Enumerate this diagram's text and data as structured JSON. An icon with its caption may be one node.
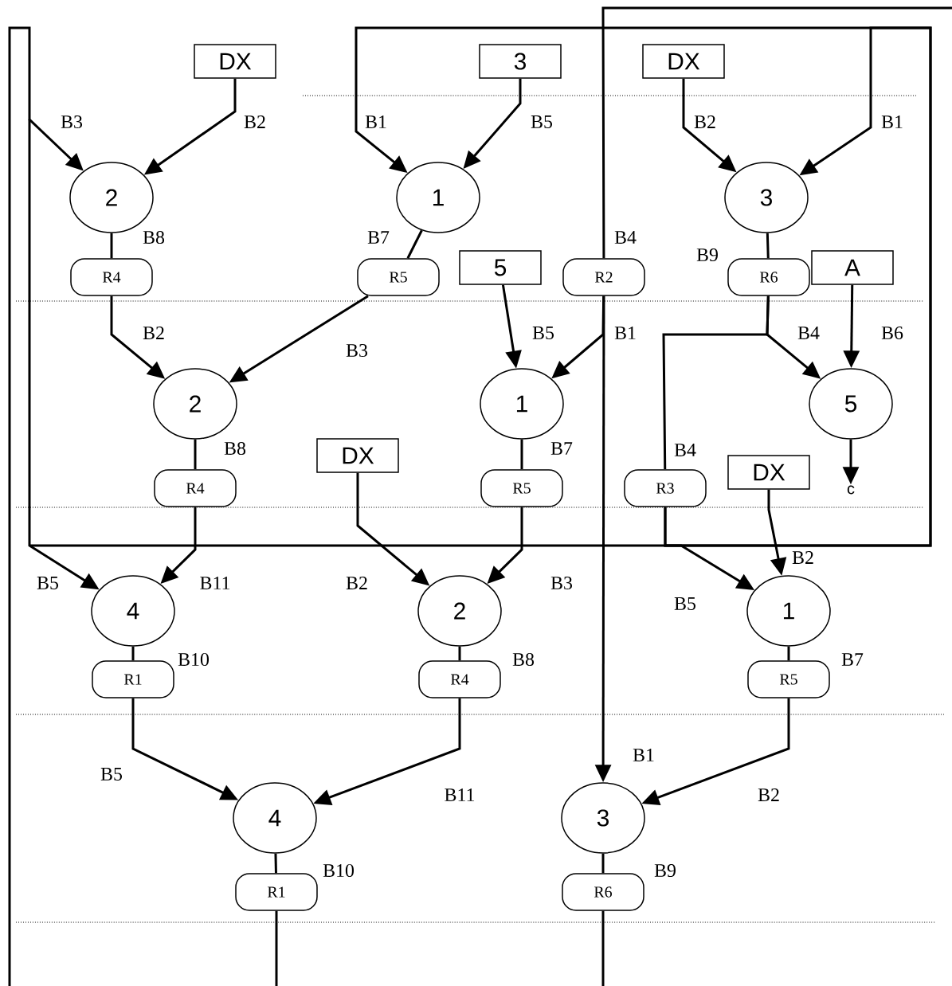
{
  "diagram": {
    "nodes": [
      {
        "text": [
          "DX"
        ]
      },
      {
        "text": [
          "3"
        ]
      },
      {
        "text": [
          "DX"
        ]
      },
      {
        "text": [
          "2"
        ]
      },
      {
        "text": [
          "1"
        ]
      },
      {
        "text": [
          "3"
        ]
      },
      {
        "text": [
          "R4"
        ]
      },
      {
        "text": [
          "R5"
        ]
      },
      {
        "text": [
          "5"
        ]
      },
      {
        "text": [
          "R2"
        ]
      },
      {
        "text": [
          "R6"
        ]
      },
      {
        "text": [
          "A"
        ]
      },
      {
        "text": [
          "2"
        ]
      },
      {
        "text": [
          "1"
        ]
      },
      {
        "text": [
          "5"
        ]
      },
      {
        "text": [
          "DX"
        ]
      },
      {
        "text": [
          "R4"
        ]
      },
      {
        "text": [
          "R5"
        ]
      },
      {
        "text": [
          "R3"
        ]
      },
      {
        "text": [
          "DX"
        ]
      },
      {
        "text": [
          "4"
        ]
      },
      {
        "text": [
          "2"
        ]
      },
      {
        "text": [
          "1"
        ]
      },
      {
        "text": [
          "R1"
        ]
      },
      {
        "text": [
          "R4"
        ]
      },
      {
        "text": [
          "R5"
        ]
      },
      {
        "text": [
          "4"
        ]
      },
      {
        "text": [
          "3"
        ]
      },
      {
        "text": [
          "R1"
        ]
      },
      {
        "text": [
          "R6"
        ]
      },
      {
        "text": [
          "c"
        ]
      }
    ],
    "edges": [
      {
        "from": null,
        "to": 3,
        "arrow": "to",
        "label": "B3"
      },
      {
        "from": 0,
        "to": 3,
        "arrow": "to",
        "label": "B2"
      },
      {
        "from": 1,
        "to": 4,
        "arrow": "to",
        "label": "B5"
      },
      {
        "from": 18,
        "to": 4,
        "arrow": "to",
        "label": "B1"
      },
      {
        "from": 2,
        "to": 5,
        "arrow": "to",
        "label": "B2"
      },
      {
        "from": 18,
        "to": 5,
        "arrow": "to",
        "label": "B1"
      },
      {
        "from": 3,
        "to": 6,
        "arrow": "none",
        "label": "B8"
      },
      {
        "from": 4,
        "to": 7,
        "arrow": "none",
        "label": "B7"
      },
      {
        "from": 5,
        "to": 10,
        "arrow": "none",
        "label": "B9"
      },
      {
        "from": null,
        "to": 9,
        "arrow": "none",
        "label": "B4"
      },
      {
        "from": 6,
        "to": 12,
        "arrow": "to",
        "label": "B2"
      },
      {
        "from": 7,
        "to": 12,
        "arrow": "to",
        "label": "B3"
      },
      {
        "from": 8,
        "to": 13,
        "arrow": "to",
        "label": "B5"
      },
      {
        "from": 9,
        "to": 13,
        "arrow": "to",
        "label": "B1"
      },
      {
        "from": 10,
        "to": 18,
        "arrow": "none",
        "label": "B4"
      },
      {
        "from": 10,
        "to": 14,
        "arrow": "to",
        "label": "B4"
      },
      {
        "from": 11,
        "to": 14,
        "arrow": "to",
        "label": "B6"
      },
      {
        "from": 14,
        "to": 30,
        "arrow": "to"
      },
      {
        "from": 12,
        "to": 16,
        "arrow": "none",
        "label": "B8"
      },
      {
        "from": 13,
        "to": 17,
        "arrow": "none",
        "label": "B7"
      },
      {
        "from": null,
        "to": 20,
        "arrow": "to",
        "label": "B5"
      },
      {
        "from": 16,
        "to": 20,
        "arrow": "to",
        "label": "B11"
      },
      {
        "from": 15,
        "to": 21,
        "arrow": "to",
        "label": "B2"
      },
      {
        "from": 17,
        "to": 21,
        "arrow": "to",
        "label": "B3"
      },
      {
        "from": null,
        "to": 22,
        "arrow": "to",
        "label": "B5"
      },
      {
        "from": 19,
        "to": 22,
        "arrow": "to",
        "label": "B2"
      },
      {
        "from": 20,
        "to": 23,
        "arrow": "none",
        "label": "B10"
      },
      {
        "from": 21,
        "to": 24,
        "arrow": "none",
        "label": "B8"
      },
      {
        "from": 22,
        "to": 25,
        "arrow": "none",
        "label": "B7"
      },
      {
        "from": 23,
        "to": 26,
        "arrow": "to",
        "label": "B5"
      },
      {
        "from": 24,
        "to": 26,
        "arrow": "to",
        "label": "B11"
      },
      {
        "from": 9,
        "to": 27,
        "arrow": "to",
        "label": "B1"
      },
      {
        "from": 25,
        "to": 27,
        "arrow": "to",
        "label": "B2"
      },
      {
        "from": 26,
        "to": 28,
        "arrow": "none",
        "label": "B10"
      },
      {
        "from": 27,
        "to": 29,
        "arrow": "none",
        "label": "B9"
      },
      {
        "from": 28,
        "to": null,
        "arrow": "none"
      },
      {
        "from": 29,
        "to": null,
        "arrow": "none"
      }
    ]
  }
}
